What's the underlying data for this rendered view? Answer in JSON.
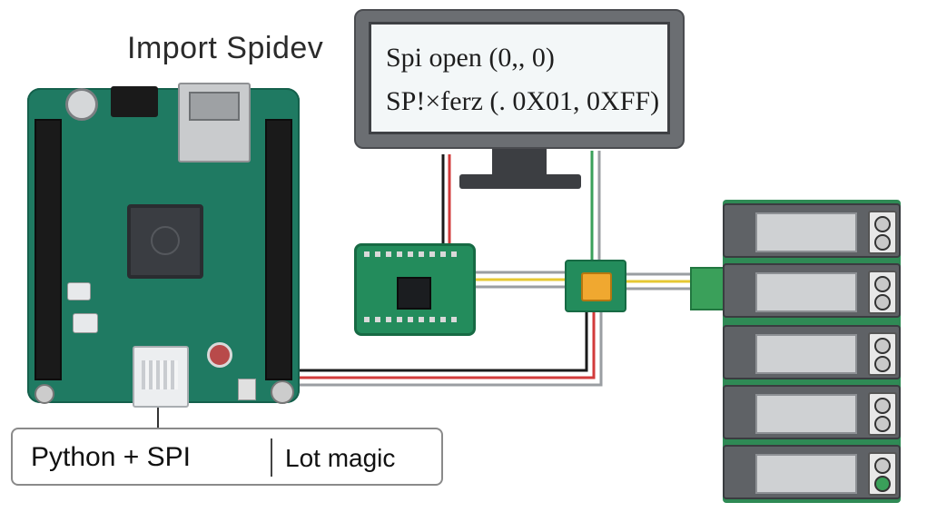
{
  "title_text": "Import Spidev",
  "screen": {
    "line1": "Spi open  (0,, 0)",
    "line2": "SP!×ferz  (. 0X01, 0XFF)"
  },
  "label_box": {
    "left": "Python + SPI",
    "right": "Lot magic"
  },
  "colors": {
    "board": "#1f7a62",
    "module": "#238c5c",
    "relay": "#5f6266",
    "wire_red": "#d23b3b",
    "wire_yellow": "#e6c833",
    "wire_green": "#3aa05a",
    "wire_black": "#1a1a1a",
    "wire_gray": "#9a9ea2"
  }
}
